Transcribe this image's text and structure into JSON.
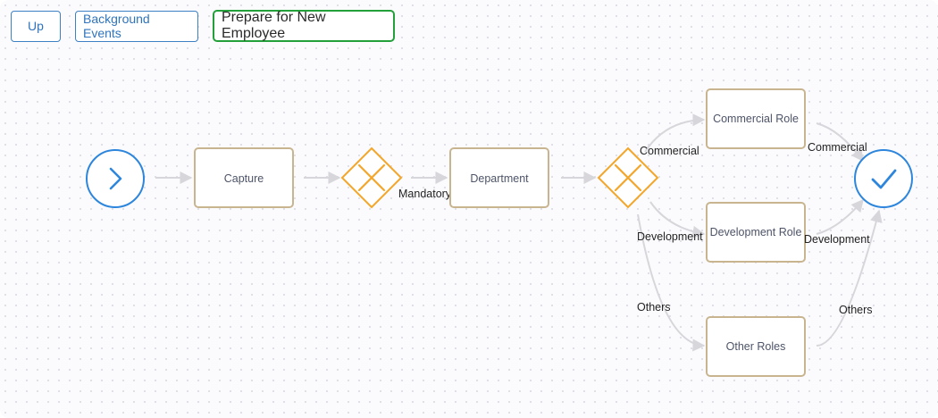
{
  "toolbar": {
    "up_label": "Up",
    "background_events_label": "Background Events",
    "process_title": "Prepare for New Employee"
  },
  "diagram": {
    "start_event": {
      "icon": "chevron-right-icon"
    },
    "end_event": {
      "icon": "checkmark-icon"
    },
    "tasks": {
      "capture": "Capture",
      "department": "Department",
      "commercial_role": "Commercial Role",
      "development_role": "Development Role",
      "other_roles": "Other Roles"
    },
    "gateways": {
      "gateway_1": {
        "icon": "x-icon"
      },
      "gateway_2": {
        "icon": "x-icon"
      }
    },
    "edge_labels": {
      "mandatory": "Mandatory",
      "commercial_in": "Commercial",
      "development_in": "Development",
      "others_in": "Others",
      "commercial_out": "Commercial",
      "development_out": "Development",
      "others_out": "Others"
    },
    "colors": {
      "event": "#2d86dc",
      "gateway": "#f4a62a",
      "task_border": "#c8b590",
      "flow": "#d6d6db",
      "process_border": "#23a03a",
      "button_border": "#3d80c4"
    }
  }
}
